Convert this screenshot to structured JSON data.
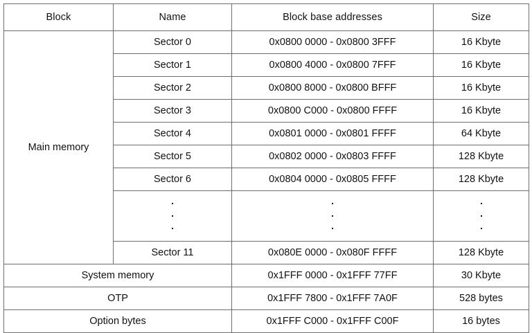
{
  "table": {
    "columns": [
      {
        "key": "block",
        "label": "Block"
      },
      {
        "key": "name",
        "label": "Name"
      },
      {
        "key": "addresses",
        "label": "Block base addresses"
      },
      {
        "key": "size",
        "label": "Size"
      }
    ],
    "main_memory_label": "Main memory",
    "ellipsis_glyph": ".",
    "rows": [
      {
        "name": "Sector 0",
        "addresses": "0x0800 0000 - 0x0800 3FFF",
        "size": "16 Kbyte"
      },
      {
        "name": "Sector 1",
        "addresses": "0x0800 4000 - 0x0800 7FFF",
        "size": "16 Kbyte"
      },
      {
        "name": "Sector 2",
        "addresses": "0x0800 8000 - 0x0800 BFFF",
        "size": "16 Kbyte"
      },
      {
        "name": "Sector 3",
        "addresses": "0x0800 C000 - 0x0800 FFFF",
        "size": "16 Kbyte"
      },
      {
        "name": "Sector 4",
        "addresses": "0x0801 0000 - 0x0801 FFFF",
        "size": "64 Kbyte"
      },
      {
        "name": "Sector 5",
        "addresses": "0x0802 0000 - 0x0803 FFFF",
        "size": "128 Kbyte"
      },
      {
        "name": "Sector 6",
        "addresses": "0x0804 0000 - 0x0805 FFFF",
        "size": "128 Kbyte"
      },
      {
        "name": "Sector 11",
        "addresses": "0x080E 0000 - 0x080F FFFF",
        "size": "128 Kbyte"
      }
    ],
    "footer_rows": [
      {
        "block": "System memory",
        "addresses": "0x1FFF 0000 - 0x1FFF 77FF",
        "size": "30 Kbyte"
      },
      {
        "block": "OTP",
        "addresses": "0x1FFF 7800 - 0x1FFF 7A0F",
        "size": "528 bytes"
      },
      {
        "block": "Option bytes",
        "addresses": "0x1FFF C000 - 0x1FFF C00F",
        "size": "16 bytes"
      }
    ]
  },
  "colors": {
    "grid_line": "#6e6e6e",
    "outer_border": "#3a3a3a",
    "header_rule": "#000000",
    "text": "#111111",
    "background": "#ffffff"
  }
}
